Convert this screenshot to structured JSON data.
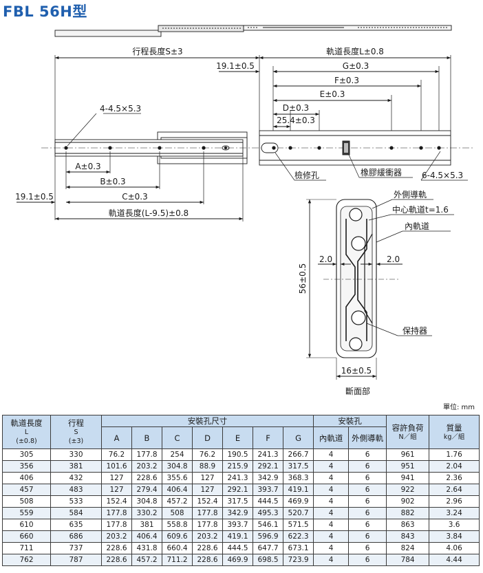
{
  "title": "FBL 56H型",
  "drawing": {
    "labels": {
      "stroke": "行程長度S±3",
      "rail_length": "軌道長度L±0.8",
      "offset_top": "19.1±0.5",
      "g": "G±0.3",
      "f": "F±0.3",
      "e": "E±0.3",
      "d": "D±0.3",
      "dim_25": "25.4±0.3",
      "holes_left": "4-4.5×5.3",
      "holes_right": "6-4.5×5.3",
      "a": "A±0.3",
      "b": "B±0.3",
      "c": "C±0.3",
      "offset_bottom": "19.1±0.5",
      "rail_length_short": "軌道長度(L-9.5)±0.8",
      "inspection_hole": "檢修孔",
      "rubber_buffer": "橡膠緩衝器",
      "outer_rail": "外側導軌",
      "center_rail": "中心軌道t=1.6",
      "inner_rail": "內軌道",
      "gap_left": "2.0",
      "gap_right": "2.0",
      "height": "56±0.5",
      "width": "16±0.5",
      "retainer": "保持器",
      "section": "斷面部"
    }
  },
  "unit": "單位: mm",
  "table": {
    "headers": {
      "rail_length": "軌道長度",
      "rail_length_sym": "L",
      "rail_length_tol": "(±0.8)",
      "stroke": "行程",
      "stroke_sym": "S",
      "stroke_tol": "(±3)",
      "mount_dims": "安裝孔尺寸",
      "mount_holes": "安裝孔",
      "load": "容許負荷",
      "load_unit": "N／組",
      "mass": "質量",
      "mass_unit": "kg／組",
      "cols": [
        "A",
        "B",
        "C",
        "D",
        "E",
        "F",
        "G"
      ],
      "inner_rail": "內軌道",
      "outer_rail": "外側導軌"
    },
    "rows": [
      [
        "305",
        "330",
        "76.2",
        "177.8",
        "254",
        "76.2",
        "190.5",
        "241.3",
        "266.7",
        "4",
        "6",
        "961",
        "1.76"
      ],
      [
        "356",
        "381",
        "101.6",
        "203.2",
        "304.8",
        "88.9",
        "215.9",
        "292.1",
        "317.5",
        "4",
        "6",
        "951",
        "2.04"
      ],
      [
        "406",
        "432",
        "127",
        "228.6",
        "355.6",
        "127",
        "241.3",
        "342.9",
        "368.3",
        "4",
        "6",
        "941",
        "2.36"
      ],
      [
        "457",
        "483",
        "127",
        "279.4",
        "406.4",
        "127",
        "292.1",
        "393.7",
        "419.1",
        "4",
        "6",
        "922",
        "2.64"
      ],
      [
        "508",
        "533",
        "152.4",
        "304.8",
        "457.2",
        "152.4",
        "317.5",
        "444.5",
        "469.9",
        "4",
        "6",
        "902",
        "2.96"
      ],
      [
        "559",
        "584",
        "177.8",
        "330.2",
        "508",
        "177.8",
        "342.9",
        "495.3",
        "520.7",
        "4",
        "6",
        "882",
        "3.24"
      ],
      [
        "610",
        "635",
        "177.8",
        "381",
        "558.8",
        "177.8",
        "393.7",
        "546.1",
        "571.5",
        "4",
        "6",
        "863",
        "3.6"
      ],
      [
        "660",
        "686",
        "203.2",
        "406.4",
        "609.6",
        "203.2",
        "419.1",
        "596.9",
        "622.3",
        "4",
        "6",
        "843",
        "3.84"
      ],
      [
        "711",
        "737",
        "228.6",
        "431.8",
        "660.4",
        "228.6",
        "444.5",
        "647.7",
        "673.1",
        "4",
        "6",
        "824",
        "4.06"
      ],
      [
        "762",
        "787",
        "228.6",
        "457.2",
        "711.2",
        "228.6",
        "469.9",
        "698.5",
        "723.9",
        "4",
        "6",
        "784",
        "4.44"
      ]
    ]
  }
}
